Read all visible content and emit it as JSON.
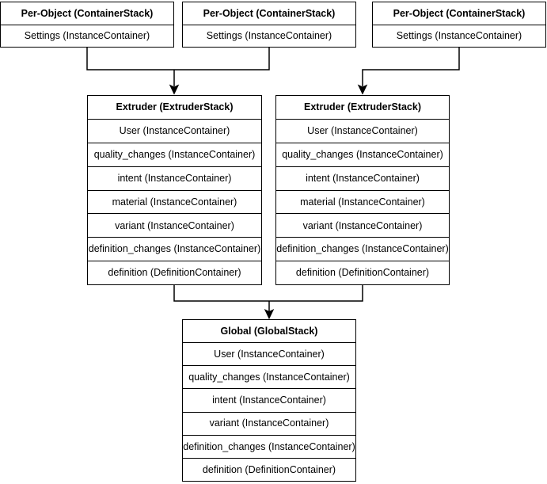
{
  "colors": {
    "background": "#ffffff",
    "node_fill": "#ffffff",
    "node_border": "#000000",
    "text": "#000000",
    "connector": "#000000"
  },
  "nodes": {
    "per_object_1": {
      "title": "Per-Object (ContainerStack)",
      "rows": [
        "Settings (InstanceContainer)"
      ]
    },
    "per_object_2": {
      "title": "Per-Object (ContainerStack)",
      "rows": [
        "Settings (InstanceContainer)"
      ]
    },
    "per_object_3": {
      "title": "Per-Object (ContainerStack)",
      "rows": [
        "Settings (InstanceContainer)"
      ]
    },
    "extruder_1": {
      "title": "Extruder (ExtruderStack)",
      "rows": [
        "User (InstanceContainer)",
        "quality_changes (InstanceContainer)",
        "intent (InstanceContainer)",
        "material (InstanceContainer)",
        "variant (InstanceContainer)",
        "definition_changes (InstanceContainer)",
        "definition (DefinitionContainer)"
      ]
    },
    "extruder_2": {
      "title": "Extruder (ExtruderStack)",
      "rows": [
        "User (InstanceContainer)",
        "quality_changes (InstanceContainer)",
        "intent (InstanceContainer)",
        "material (InstanceContainer)",
        "variant (InstanceContainer)",
        "definition_changes (InstanceContainer)",
        "definition (DefinitionContainer)"
      ]
    },
    "global": {
      "title": "Global (GlobalStack)",
      "rows": [
        "User (InstanceContainer)",
        "quality_changes (InstanceContainer)",
        "intent (InstanceContainer)",
        "variant (InstanceContainer)",
        "definition_changes (InstanceContainer)",
        "definition (DefinitionContainer)"
      ]
    }
  },
  "edges": [
    {
      "from": "per_object_1",
      "to": "extruder_1"
    },
    {
      "from": "per_object_2",
      "to": "extruder_1"
    },
    {
      "from": "per_object_3",
      "to": "extruder_2"
    },
    {
      "from": "extruder_1",
      "to": "global"
    },
    {
      "from": "extruder_2",
      "to": "global"
    }
  ]
}
